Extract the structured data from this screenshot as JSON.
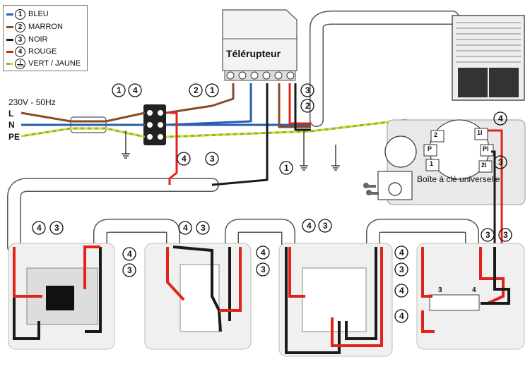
{
  "legend": {
    "items": [
      {
        "num": "1",
        "label": "BLEU",
        "color": "#2a5db0"
      },
      {
        "num": "2",
        "label": "MARRON",
        "color": "#8a4a2a"
      },
      {
        "num": "3",
        "label": "NOIR",
        "color": "#1a1a1a"
      },
      {
        "num": "4",
        "label": "ROUGE",
        "color": "#e2231a"
      },
      {
        "num": "",
        "label": "VERT / JAUNE",
        "color": "#6fbf3a"
      }
    ]
  },
  "supply": {
    "voltage": "230V - 50Hz",
    "L": "L",
    "N": "N",
    "PE": "PE"
  },
  "relay": {
    "title": "Télérupteur"
  },
  "key_box": {
    "label": "Boîte à clé universelle",
    "terminals": [
      "2",
      "1I",
      "P",
      "PI",
      "1",
      "2I"
    ]
  },
  "final_module": {
    "t3": "3",
    "t4": "4"
  },
  "wire_labels": [
    "1",
    "2",
    "3",
    "4"
  ],
  "colors": {
    "blue": "#2a5db0",
    "brown": "#8a4a2a",
    "black": "#1a1a1a",
    "red": "#e2231a",
    "green": "#6fbf3a",
    "yellow": "#f2d21a",
    "sheath": "#ffffff",
    "sheath_stroke": "#555555",
    "panel": "#e9e9e9"
  }
}
